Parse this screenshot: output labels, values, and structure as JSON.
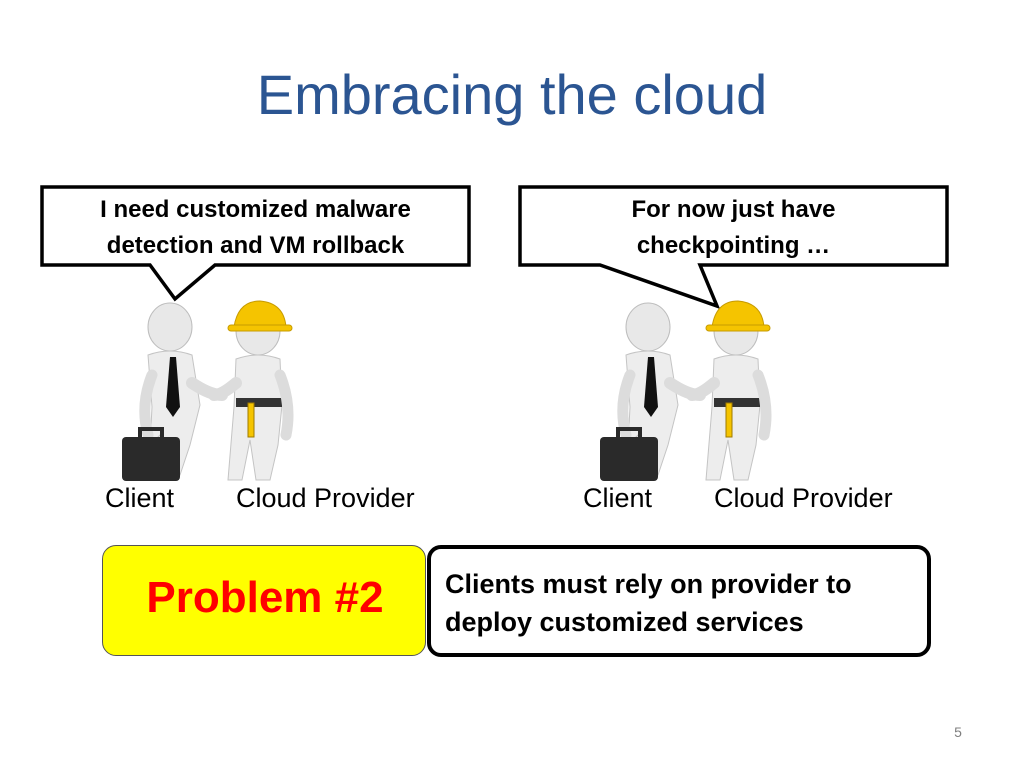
{
  "slide": {
    "title": "Embracing the cloud",
    "page_number": "5"
  },
  "scenes": [
    {
      "callout": {
        "line1": "I need customized malware",
        "line2": "detection and VM rollback"
      },
      "client_label": "Client",
      "provider_label": "Cloud Provider"
    },
    {
      "callout": {
        "line1": "For now just have",
        "line2": "checkpointing …"
      },
      "client_label": "Client",
      "provider_label": "Cloud Provider"
    }
  ],
  "problem": {
    "label": "Problem #2",
    "description_line1": "Clients must rely on provider to",
    "description_line2": "deploy customized services"
  },
  "colors": {
    "title": "#2b5592",
    "problem_background": "#ffff00",
    "problem_text": "#ff0000",
    "helmet": "#f5c400"
  }
}
